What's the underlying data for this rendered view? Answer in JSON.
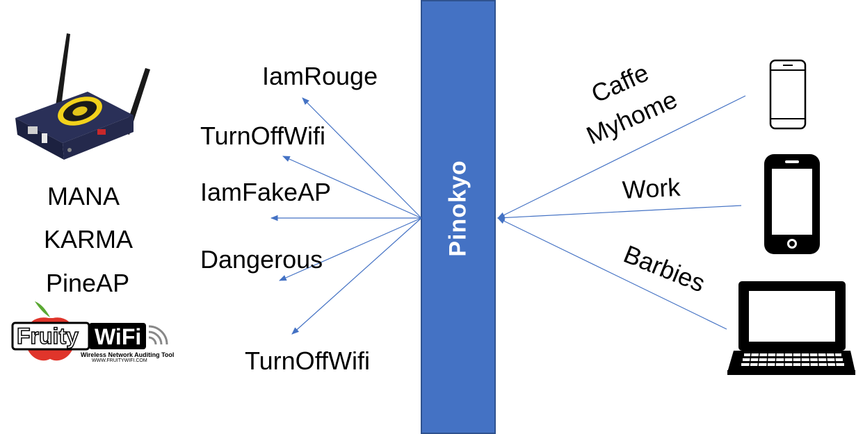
{
  "diagram": {
    "center_label": "Pinokyo",
    "bar_color": "#4472c4",
    "arrow_color": "#4472c4",
    "left_attacks": [
      "MANA",
      "KARMA",
      "PineAP"
    ],
    "fake_ssids": [
      "IamRouge",
      "TurnOffWifi",
      "IamFakeAP",
      "Dangerous",
      "TurnOffWifi"
    ],
    "probe_ssids": [
      "Caffe",
      "Myhome",
      "Work",
      "Barbies"
    ],
    "devices": [
      "wifi-pineapple-router-icon",
      "smartphone-outline-icon",
      "smartphone-filled-icon",
      "laptop-icon"
    ]
  },
  "logo": {
    "word1": "Fruity",
    "word2": "WiFi",
    "tagline": "Wireless Network Auditing Tool",
    "url": "WWW.FRUITYWIFI.COM"
  }
}
